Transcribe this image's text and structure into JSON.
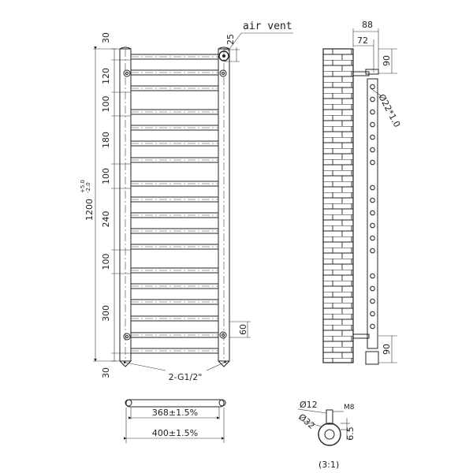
{
  "labels": {
    "air_vent": "air vent",
    "height_main": "1200",
    "height_tol_upper": "+5.0",
    "height_tol_lower": "-2.0",
    "inlet": "2-G1/2\"",
    "width_inner": "368±1.5%",
    "width_outer": "400±1.5%",
    "scale": "(3:1)",
    "pipe_diameter": "Ø22*1.0",
    "depth_88": "88",
    "depth_72": "72",
    "side_top_90": "90",
    "side_bottom_90": "90",
    "vent_25": "25",
    "inlet_60": "60",
    "detail_dia12": "Ø12",
    "detail_dia32": "Ø32",
    "detail_m8": "M8",
    "detail_65": "6.5"
  },
  "vertical_dims": [
    "30",
    "120",
    "100",
    "180",
    "100",
    "240",
    "100",
    "300",
    "30"
  ],
  "colors": {
    "line": "#222222",
    "background": "#ffffff"
  }
}
